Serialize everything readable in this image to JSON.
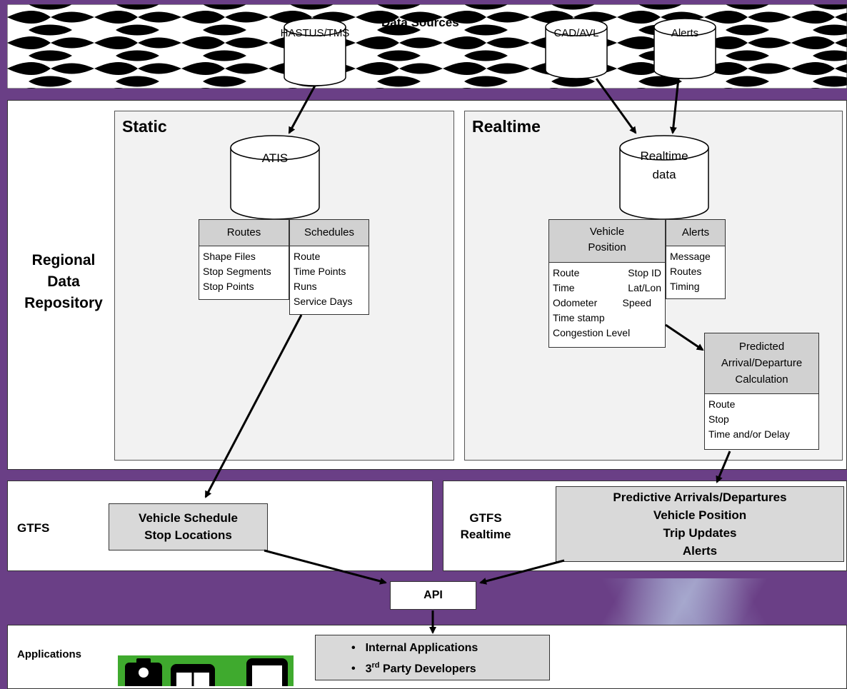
{
  "data_sources": {
    "title": "Data Sources",
    "hastus": "HASTUS/TMS",
    "cadavl": "CAD/AVL",
    "alerts": "Alerts"
  },
  "repository": {
    "label_line1": "Regional",
    "label_line2": "Data",
    "label_line3": "Repository",
    "static": {
      "title": "Static",
      "db": "ATIS",
      "routes": {
        "header": "Routes",
        "items": [
          "Shape Files",
          "Stop Segments",
          "Stop Points"
        ]
      },
      "schedules": {
        "header": "Schedules",
        "items": [
          "Route",
          "Time Points",
          "Runs",
          "Service Days"
        ]
      }
    },
    "realtime": {
      "title": "Realtime",
      "db_line1": "Realtime",
      "db_line2": "data",
      "vehicle_position": {
        "header_line1": "Vehicle",
        "header_line2": "Position",
        "rows": [
          [
            "Route",
            "Stop ID"
          ],
          [
            "Time",
            "Lat/Lon"
          ],
          [
            "Odometer",
            "Speed"
          ],
          [
            "Time stamp",
            ""
          ],
          [
            "Congestion Level",
            ""
          ]
        ]
      },
      "alerts": {
        "header": "Alerts",
        "items": [
          "Message",
          "Routes",
          "Timing"
        ]
      },
      "predicted": {
        "header_line1": "Predicted",
        "header_line2": "Arrival/Departure",
        "header_line3": "Calculation",
        "items": [
          "Route",
          "Stop",
          "Time and/or Delay"
        ]
      }
    }
  },
  "gtfs": {
    "label": "GTFS",
    "box_line1": "Vehicle Schedule",
    "box_line2": "Stop Locations"
  },
  "gtfs_rt": {
    "label_line1": "GTFS",
    "label_line2": "Realtime",
    "items": [
      "Predictive Arrivals/Departures",
      "Vehicle Position",
      "Trip Updates",
      "Alerts"
    ]
  },
  "api": {
    "label": "API"
  },
  "applications": {
    "label": "Applications",
    "item1": "Internal Applications",
    "item2_prefix": "3",
    "item2_sup": "rd",
    "item2_suffix": " Party Developers"
  },
  "colors": {
    "background": "#6a3f86",
    "panel": "#f2f2f2",
    "header_gray": "#d1d1d1",
    "icon_green": "#3faa2e"
  }
}
